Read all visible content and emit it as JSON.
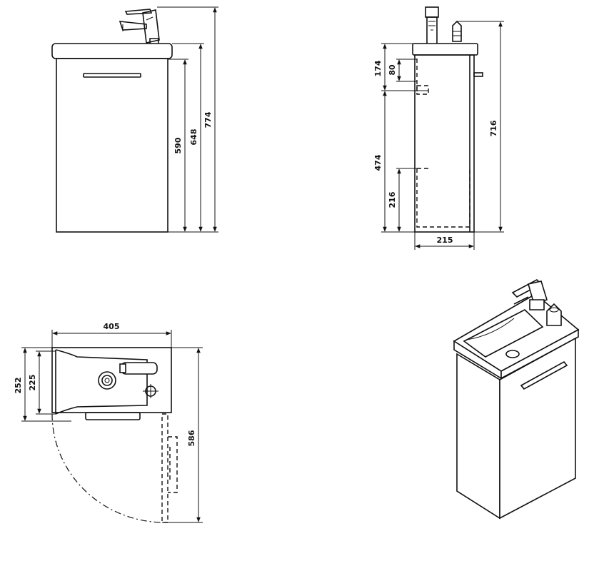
{
  "front_view": {
    "dim_height_overall": "774",
    "dim_height_basin": "648",
    "dim_height_cabinet": "590"
  },
  "side_view": {
    "dim_height_overall": "716",
    "dim_upper": "174",
    "dim_small": "80",
    "dim_lower": "474",
    "dim_inner": "216",
    "dim_depth": "215"
  },
  "top_view": {
    "dim_width": "405",
    "dim_depth_overall": "252",
    "dim_depth_basin": "225",
    "dim_door_swing": "586"
  }
}
